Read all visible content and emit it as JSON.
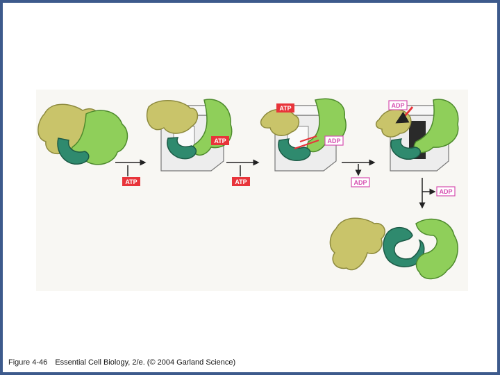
{
  "diagram": {
    "labels": {
      "atp_in_1": "ATP",
      "atp_in_2": "ATP",
      "atp_bound_1": "ATP",
      "atp_bound_2": "ATP",
      "adp_bound_1": "ADP",
      "adp_bound_2": "ADP",
      "adp_out_1": "ADP",
      "adp_out_2": "ADP"
    },
    "colors": {
      "atp": "#e8343a",
      "adp": "#d64fb0",
      "protein_yellow": "#c9c46a",
      "protein_light_green": "#8fcf5a",
      "protein_dark_green": "#2f8a6e",
      "chaperone_box": "#ededed"
    }
  },
  "caption": {
    "figure_number": "Figure 4-46",
    "text": "Essential Cell Biology, 2/e. (© 2004 Garland Science)"
  }
}
